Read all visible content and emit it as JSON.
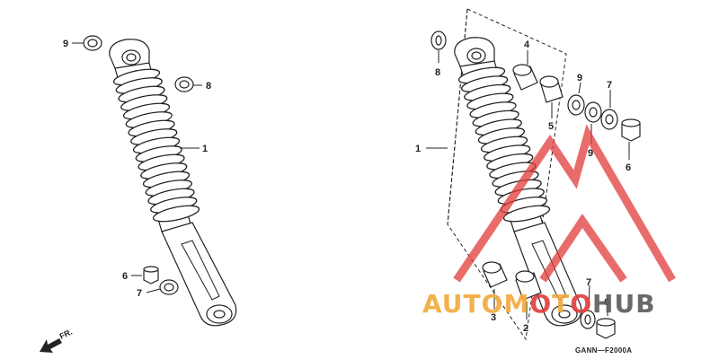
{
  "diagram_code": "GANN—F2000A",
  "front_label": "FR.",
  "watermark": {
    "part1": "AUTOM",
    "part2": "T",
    "part3": "HUB",
    "color_orange": "#F2A93B",
    "color_red": "#E23B3B",
    "color_gray": "#5A5A5A"
  },
  "left_callouts": [
    "9",
    "8",
    "1",
    "6",
    "7"
  ],
  "right_callouts": [
    "8",
    "4",
    "9",
    "7",
    "5",
    "1",
    "9",
    "6",
    "7",
    "6",
    "3",
    "2"
  ]
}
